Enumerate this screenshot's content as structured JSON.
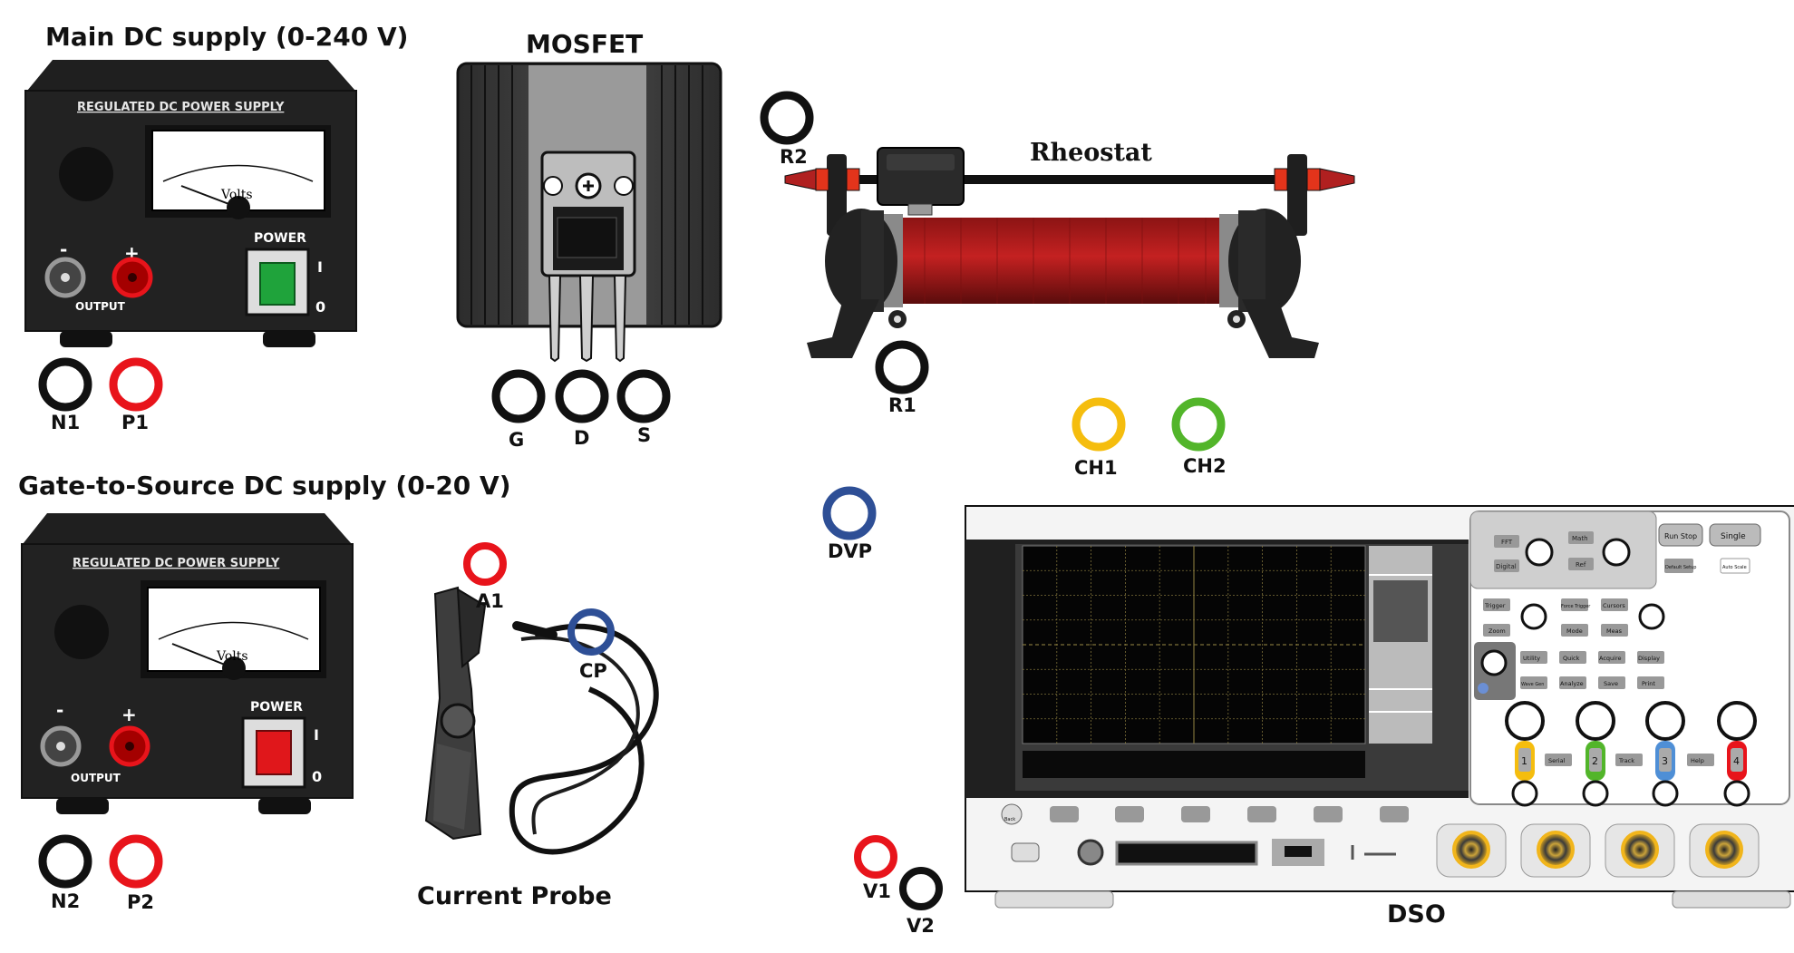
{
  "titles": {
    "main_supply": "Main DC supply (0-240 V)",
    "gate_supply": "Gate-to-Source DC supply (0-20 V)",
    "mosfet": "MOSFET",
    "rheostat": "Rheostat",
    "current_probe": "Current Probe",
    "dso": "DSO"
  },
  "supply_panel": {
    "header": "REGULATED DC POWER SUPPLY",
    "meter_unit": "Volts",
    "power": "POWER",
    "on": "I",
    "off": "0",
    "minus": "-",
    "plus": "+",
    "output": "OUTPUT"
  },
  "terminals": {
    "N1": "N1",
    "P1": "P1",
    "N2": "N2",
    "P2": "P2",
    "G": "G",
    "D": "D",
    "S": "S",
    "R1": "R1",
    "R2": "R2",
    "CH1": "CH1",
    "CH2": "CH2",
    "DVP": "DVP",
    "A1": "A1",
    "CP": "CP",
    "V1": "V1",
    "V2": "V2"
  },
  "dso_panel": {
    "fft": "FFT",
    "digital": "Digital",
    "math": "Math",
    "ref": "Ref",
    "run_stop": "Run Stop",
    "single": "Single",
    "default_setup": "Default Setup",
    "auto_scale": "Auto Scale",
    "trigger": "Trigger",
    "force_trigger": "Force Trigger",
    "cursors": "Cursors",
    "zoom": "Zoom",
    "mode": "Mode",
    "meas": "Meas",
    "utility": "Utility",
    "quick": "Quick",
    "acquire": "Acquire",
    "display": "Display",
    "wave_gen": "Wave Gen",
    "analyze": "Analyze",
    "save": "Save",
    "print": "Print",
    "ch1": "1",
    "ch2": "2",
    "ch3": "3",
    "ch4": "4",
    "serial": "Serial",
    "track": "Track",
    "help": "Help",
    "back": "Back"
  },
  "colors": {
    "black_terminal": "#111111",
    "red_terminal": "#e8141b",
    "ch1": "#f5bd0e",
    "ch2": "#52b52a",
    "blue": "#2e4f96",
    "power_on": "#1fa33b",
    "power_off": "#e0171b"
  }
}
